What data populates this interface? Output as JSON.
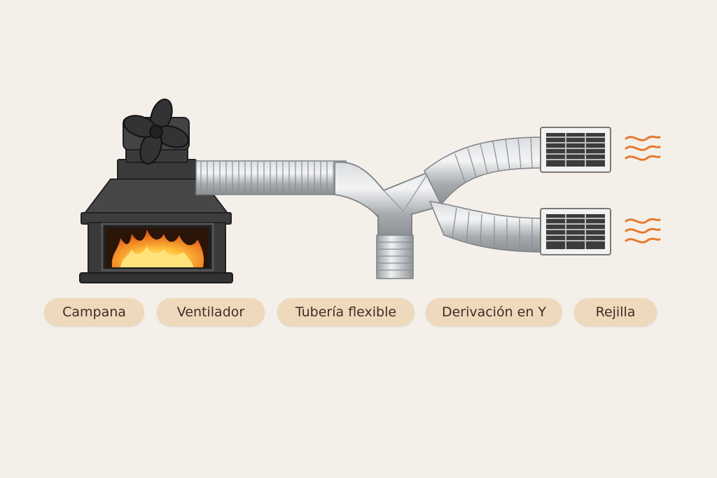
{
  "labels": {
    "hood": "Campana",
    "fan": "Ventilador",
    "flex_duct": "Tubería flexible",
    "y_branch": "Derivación en Y",
    "grille": "Rejilla"
  },
  "colors": {
    "background": "#f4f0e9",
    "pill": "#efd9bd",
    "pill_text": "#3b2e24",
    "iron": "#3d3d3d",
    "duct": "#b9bcbf",
    "heat": "#e8782e",
    "flame": "#f5a623"
  }
}
